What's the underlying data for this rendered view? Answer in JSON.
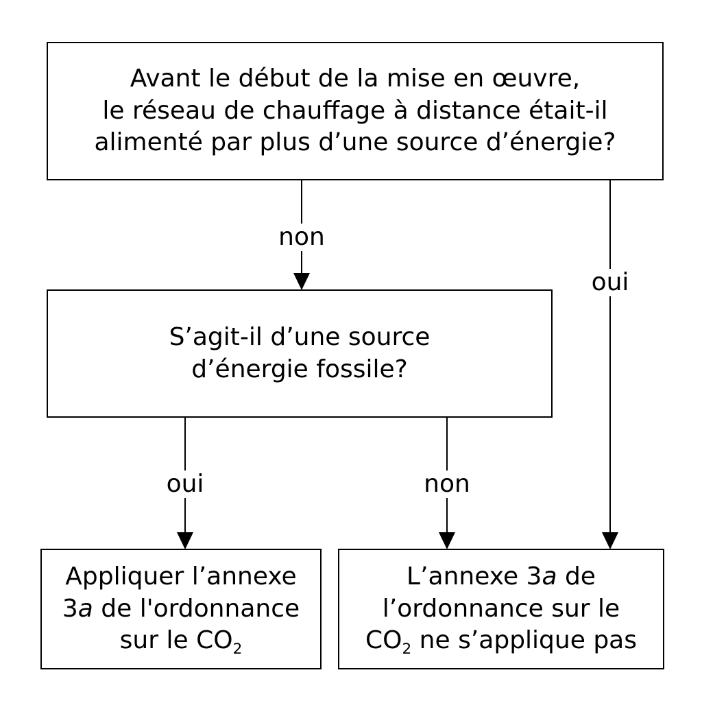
{
  "nodes": {
    "question1": {
      "lines": [
        "Avant le début de la mise en œuvre,",
        "le réseau de chauffage à distance était-il",
        "alimenté par plus d’une source d’énergie?"
      ]
    },
    "question2": {
      "lines": [
        "S’agit-il d’une source",
        "d’énergie fossile?"
      ]
    },
    "result_apply": {
      "line1": "Appliquer l’annexe",
      "line2_num": "3",
      "line2_italic": "a",
      "line2_rest": " de l'ordonnance",
      "line3_pre": "sur le CO",
      "line3_sub": "2"
    },
    "result_not_apply": {
      "line1_pre": "L’annexe 3",
      "line1_italic": "a",
      "line1_post": " de",
      "line2": "l’ordonnance sur le",
      "line3_pre": "CO",
      "line3_sub": "2",
      "line3_post": " ne s’applique pas"
    }
  },
  "edges": {
    "q1_no": "non",
    "q1_yes": "oui",
    "q2_yes": "oui",
    "q2_no": "non"
  },
  "colors": {
    "stroke": "#000000",
    "background": "#ffffff"
  }
}
